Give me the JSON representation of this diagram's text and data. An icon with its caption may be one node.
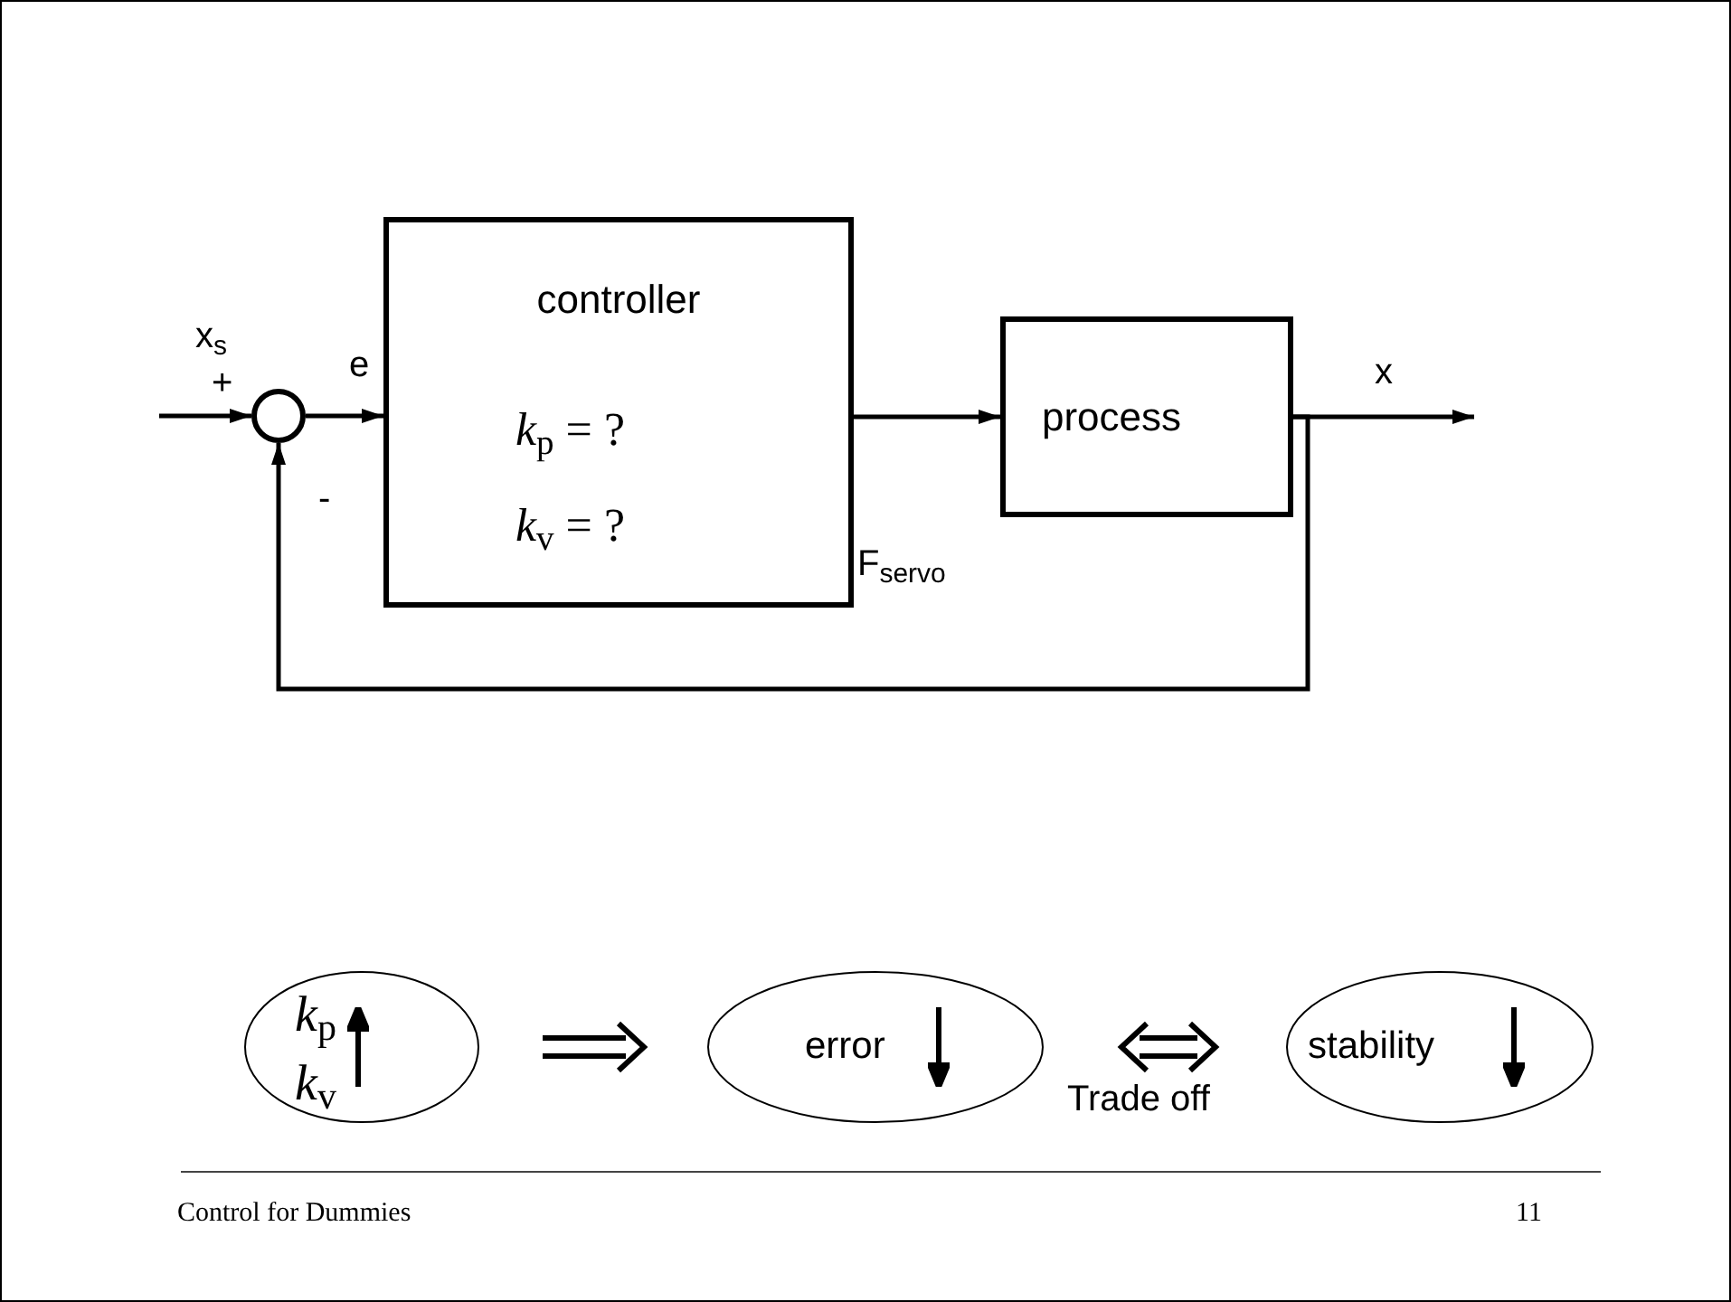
{
  "diagram": {
    "nodes": [
      {
        "text": [],
        "shape": "circle"
      },
      {
        "text": [
          "controller",
          "*k*$_{p}$ = ?",
          "*k*$_{v}$ = ?"
        ]
      },
      {
        "text": [
          "process"
        ]
      },
      {
        "text": [
          "*k*$_{p}$",
          "*k*$_{v}$"
        ]
      },
      {
        "text": [
          "error"
        ]
      },
      {
        "text": [
          "stability"
        ]
      }
    ],
    "edges": [
      {
        "from": null,
        "to": 0,
        "arrow": "to",
        "label": "x$_{s}$"
      },
      {
        "from": 0,
        "to": 1,
        "arrow": "to",
        "label": "e"
      },
      {
        "from": 1,
        "to": 2,
        "arrow": "to",
        "label": "F$_{servo}$"
      },
      {
        "from": 2,
        "to": null,
        "arrow": "to",
        "label": "x"
      },
      {
        "from": 2,
        "to": 0,
        "arrow": "to"
      },
      {
        "from": 3,
        "to": 4,
        "arrow": "to"
      },
      {
        "from": 4,
        "to": 5,
        "arrow": "both",
        "label": "Trade off"
      }
    ],
    "labels": [
      "+",
      "-",
      "Control for Dummies",
      "11"
    ]
  }
}
